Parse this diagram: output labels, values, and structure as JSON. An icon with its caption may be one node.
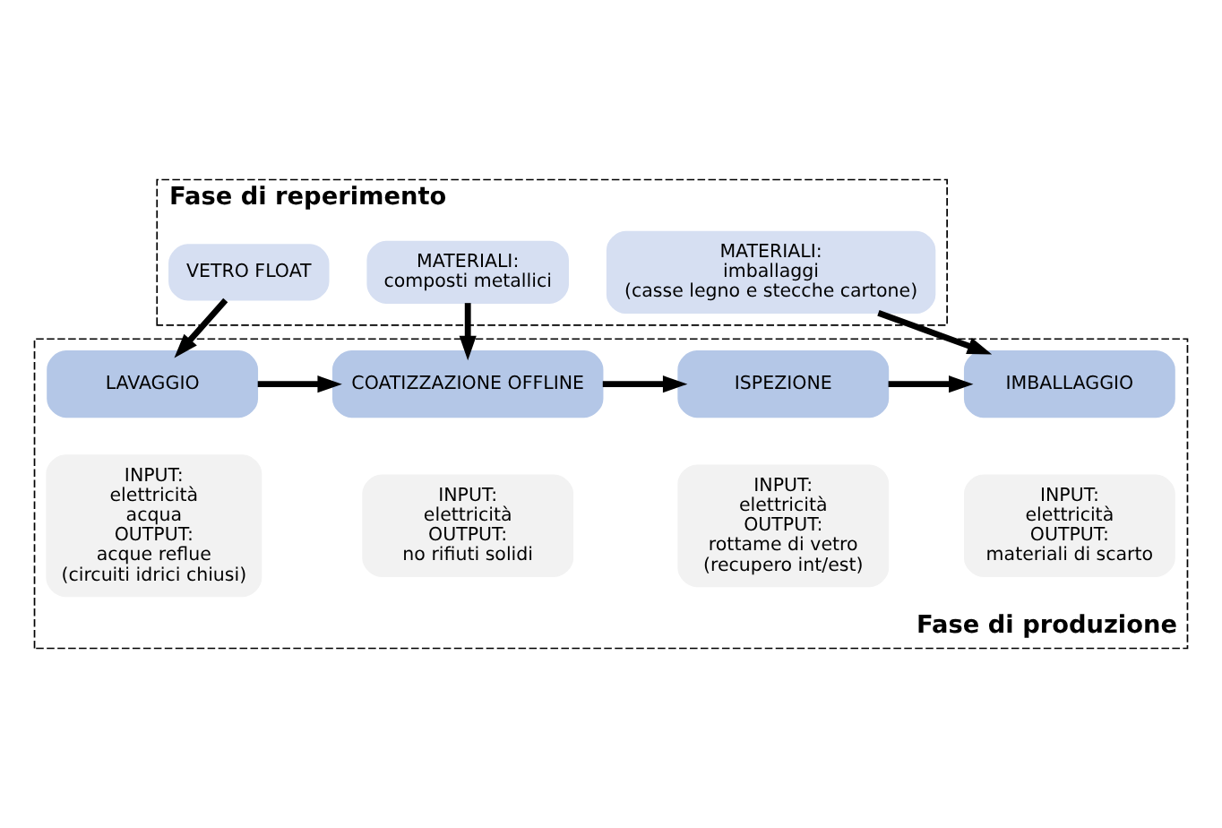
{
  "diagram": {
    "nodes": [
      {
        "text": [
          "Fase di reperimento"
        ]
      },
      {
        "text": [
          "VETRO FLOAT"
        ],
        "in": 0
      },
      {
        "text": [
          "MATERIALI:",
          "composti metallici"
        ],
        "in": 0
      },
      {
        "text": [
          "MATERIALI:",
          "imballaggi",
          "(casse legno e stecche cartone)"
        ],
        "in": 0
      },
      {
        "text": [
          "Fase di produzione"
        ]
      },
      {
        "text": [
          "LAVAGGIO"
        ],
        "in": 4
      },
      {
        "text": [
          "INPUT:",
          "elettricità",
          "acqua",
          "OUTPUT:",
          "acque reflue",
          "(circuiti idrici chiusi)"
        ],
        "in": 4
      },
      {
        "text": [
          "COATIZZAZIONE OFFLINE"
        ],
        "in": 4
      },
      {
        "text": [
          "INPUT:",
          "elettricità",
          "OUTPUT:",
          "no rifiuti solidi"
        ],
        "in": 4
      },
      {
        "text": [
          "ISPEZIONE"
        ],
        "in": 4
      },
      {
        "text": [
          "INPUT:",
          "elettricità",
          "OUTPUT:",
          "rottame di vetro",
          "(recupero int/est)"
        ],
        "in": 4
      },
      {
        "text": [
          "IMBALLAGGIO"
        ],
        "in": 4
      },
      {
        "text": [
          "INPUT:",
          "elettricità",
          "OUTPUT:",
          "materiali di scarto"
        ],
        "in": 4
      }
    ],
    "edges": [
      {
        "from": 1,
        "to": 5,
        "arrow": "to"
      },
      {
        "from": 2,
        "to": 7,
        "arrow": "to"
      },
      {
        "from": 3,
        "to": 11,
        "arrow": "to"
      },
      {
        "from": 5,
        "to": 7,
        "arrow": "to"
      },
      {
        "from": 7,
        "to": 9,
        "arrow": "to"
      },
      {
        "from": 9,
        "to": 11,
        "arrow": "to"
      }
    ]
  }
}
